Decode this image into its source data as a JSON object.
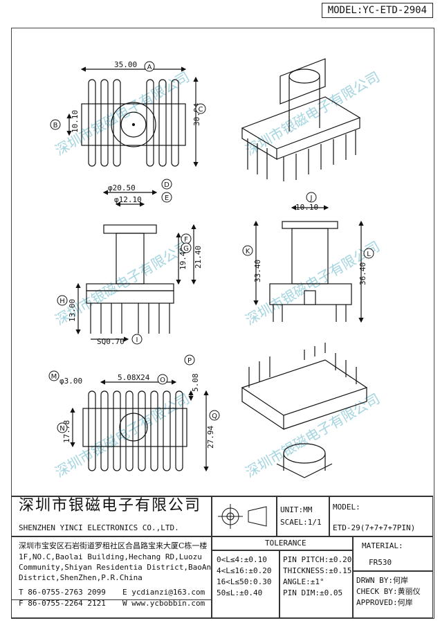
{
  "header": {
    "model": "MODEL:YC-ETD-2904"
  },
  "dimensions": {
    "top_view": {
      "width": "35.00",
      "height": "30.94",
      "slot": "10.10",
      "callouts": [
        "A",
        "B",
        "C"
      ]
    },
    "front_view": {
      "flange_dia": "φ20.50",
      "bore_dia": "φ12.10",
      "inner_h": "19.40",
      "outer_h": "21.40",
      "pin_len": "13.00",
      "pin_sq": "SQ0.70",
      "callouts": [
        "D",
        "E",
        "F",
        "G",
        "H",
        "I"
      ]
    },
    "side_view": {
      "slot": "10.10",
      "height_1": "33.40",
      "height_2": "36.40",
      "callouts": [
        "J",
        "K",
        "L"
      ]
    },
    "bottom_view": {
      "hole": "φ3.00",
      "pitch": "5.08X24",
      "pitch_single": "5.08",
      "row_gap": "17.78",
      "row_total": "27.94",
      "callouts": [
        "M",
        "N",
        "O",
        "P",
        "Q"
      ]
    }
  },
  "watermark": "深圳市银磁电子有限公司",
  "title_block": {
    "company_cn": "深圳市银磁电子有限公司",
    "company_en": "SHENZHEN YINCI ELECTRONICS CO.,LTD.",
    "address_cn": "深圳市宝安区石岩街道罗租社区合昌路宝来大厦C栋一楼",
    "address_en": [
      "1F,NO.C,Baolai Building,Hechang RD,Luozu",
      "Community,Shiyan Residentia District,BaoAn",
      "District,ShenZhen,P.R.China"
    ],
    "tel": "T 86-0755-2763 2099",
    "fax": "F 86-0755-2264 2121",
    "email": "E ycdianzi@163.com",
    "web": "W www.ycbobbin.com",
    "unit": "UNIT:MM",
    "scale": "SCAEL:1/1",
    "model_label": "MODEL:",
    "model_value": "ETD-29(7+7+7+7PIN)",
    "tolerance_title": "TOLERANCE",
    "tolerance_left": [
      "0<L≤4:±0.10",
      "4<L≤16:±0.20",
      "16<L≤50:0.30",
      "50≤L:±0.40"
    ],
    "tolerance_right": [
      "PIN PITCH:±0.20",
      "THICKNESS:±0.15",
      "ANGLE:±1°",
      "PIN DIM:±0.05"
    ],
    "material_label": "MATERIAL:",
    "material_value": "FR530",
    "drawn_by": "DRWN BY:何岸",
    "check_by": "CHECK BY:黄丽仪",
    "approved": "APPROVED:何岸"
  }
}
